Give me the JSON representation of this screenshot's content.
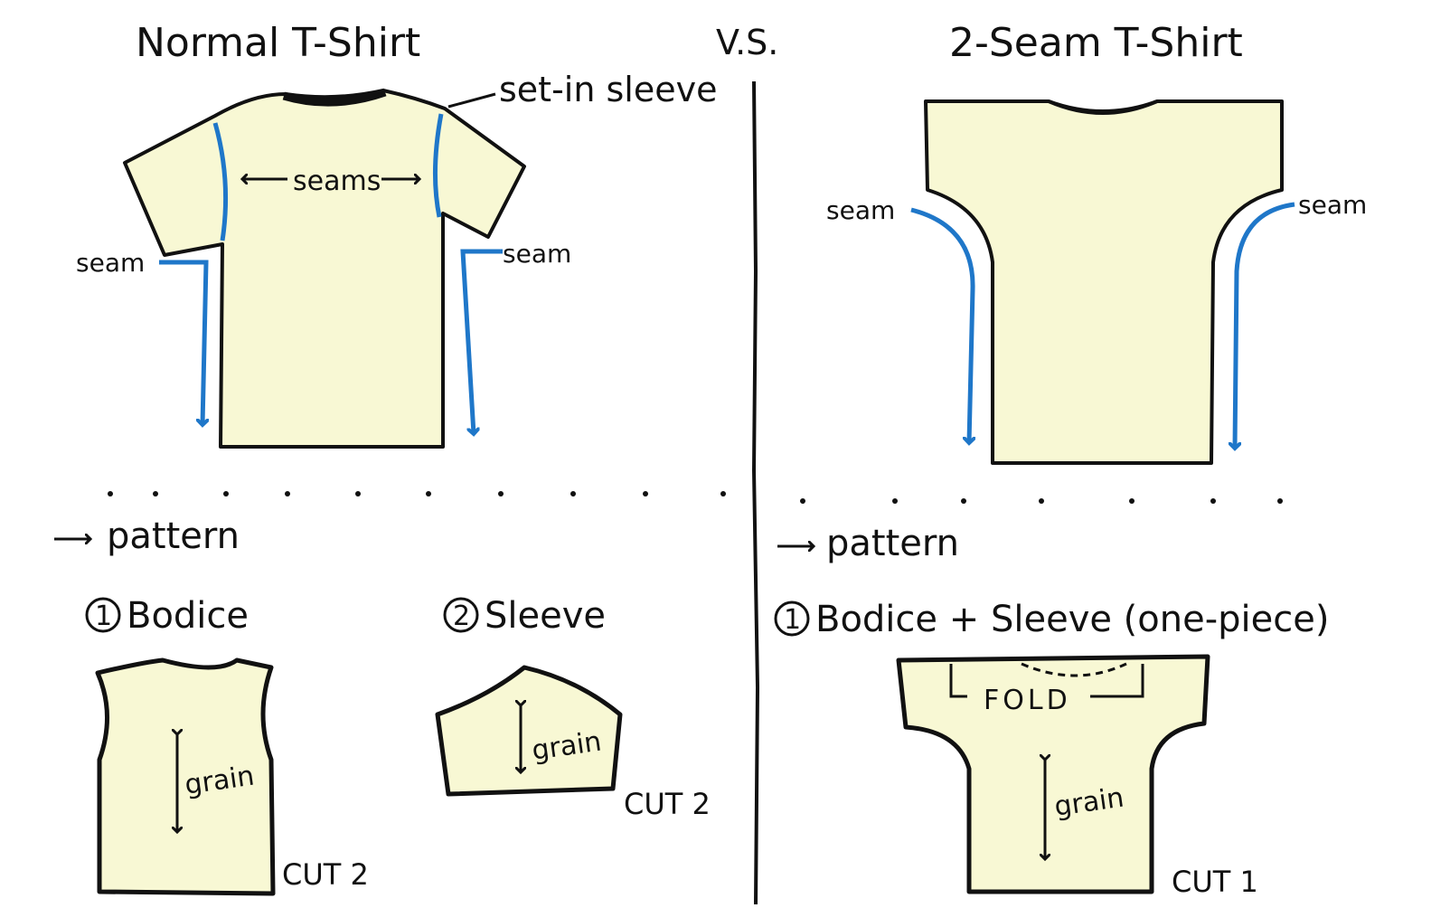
{
  "left": {
    "title": "Normal T-Shirt",
    "setin_label": "set-in sleeve",
    "seams_label": "seams",
    "seam_label_left": "seam",
    "seam_label_right": "seam",
    "pattern_label": "pattern",
    "piece1_number": "1",
    "piece1_name": "Bodice",
    "piece1_grain": "grain",
    "piece1_cut": "CUT 2",
    "piece2_number": "2",
    "piece2_name": "Sleeve",
    "piece2_grain": "grain",
    "piece2_cut": "CUT 2"
  },
  "vs_label": "V.S.",
  "right": {
    "title": "2-Seam T-Shirt",
    "seam_label_left": "seam",
    "seam_label_right": "seam",
    "pattern_label": "pattern",
    "piece_number": "1",
    "piece_name": "Bodice + Sleeve (one-piece)",
    "fold_label": "FOLD",
    "piece_grain": "grain",
    "piece_cut": "CUT 1"
  },
  "colors": {
    "ink": "#111111",
    "seam_blue": "#1f77c9",
    "fabric": "#f8f8d4"
  }
}
